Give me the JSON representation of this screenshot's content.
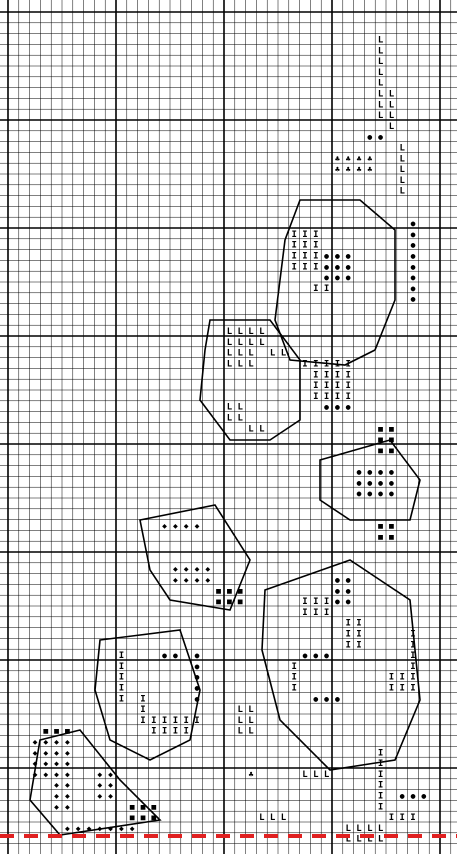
{
  "pattern": {
    "grid_columns": 42,
    "grid_rows": 78,
    "major_every": 10,
    "colors": {
      "background": "#ffffff",
      "grid_line": "#000000",
      "cut_line": "#e02020",
      "symbol": "#000000"
    },
    "legend_symbols": [
      "L",
      "I",
      "filled-circle",
      "diamond",
      "filled-square",
      "club"
    ]
  }
}
